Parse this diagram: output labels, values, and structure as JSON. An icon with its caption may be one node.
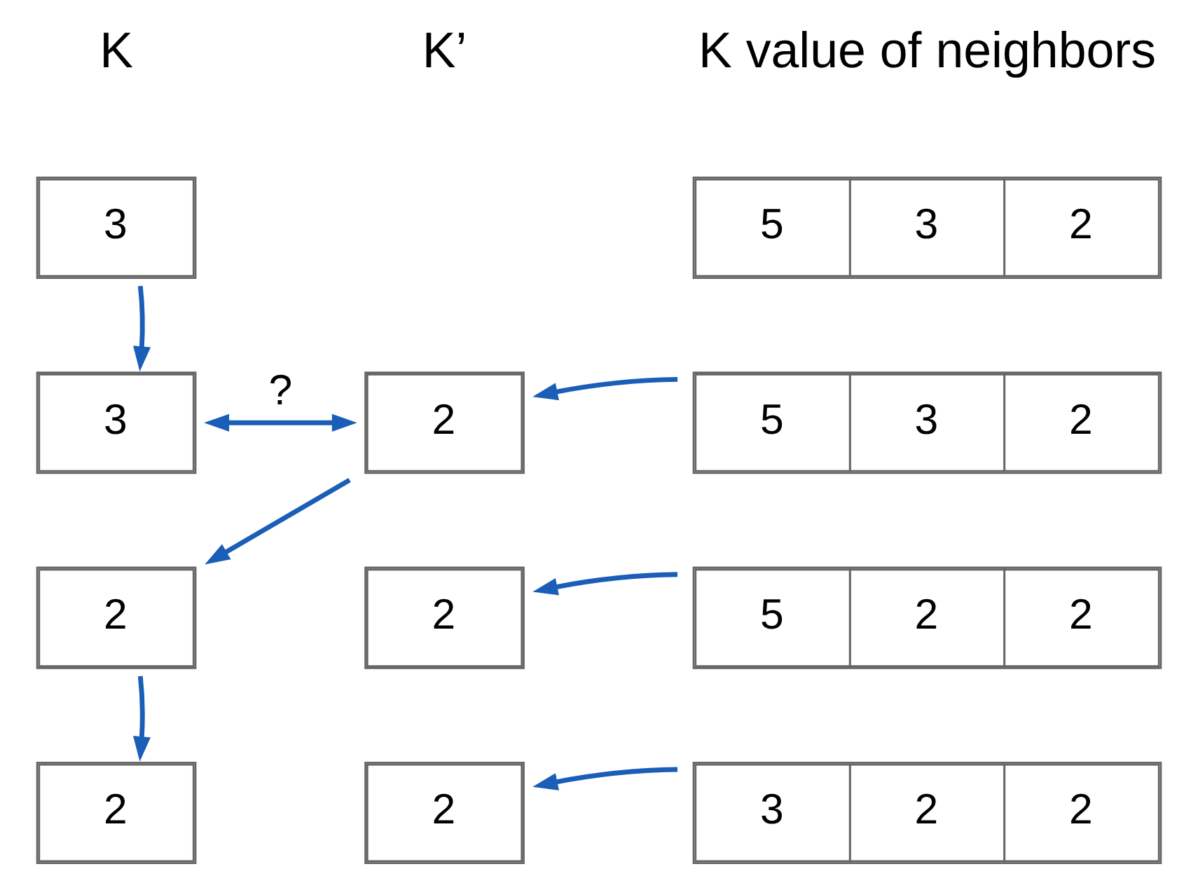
{
  "diagram": {
    "nodes": [
      {
        "text": [
          "3"
        ]
      },
      {
        "text": [
          "5",
          "3",
          "2"
        ]
      },
      {
        "text": [
          "3"
        ]
      },
      {
        "text": [
          "2"
        ]
      },
      {
        "text": [
          "5",
          "3",
          "2"
        ]
      },
      {
        "text": [
          "2"
        ]
      },
      {
        "text": [
          "2"
        ]
      },
      {
        "text": [
          "5",
          "2",
          "2"
        ]
      },
      {
        "text": [
          "2"
        ]
      },
      {
        "text": [
          "2"
        ]
      },
      {
        "text": [
          "3",
          "2",
          "2"
        ]
      }
    ],
    "edges": [
      {
        "from": 0,
        "to": 2,
        "arrow": "to"
      },
      {
        "from": 2,
        "to": 3,
        "arrow": "both",
        "label": "?"
      },
      {
        "from": 4,
        "to": 3,
        "arrow": "to"
      },
      {
        "from": 3,
        "to": 5,
        "arrow": "to"
      },
      {
        "from": 7,
        "to": 6,
        "arrow": "to"
      },
      {
        "from": 5,
        "to": 8,
        "arrow": "to"
      },
      {
        "from": 10,
        "to": 9,
        "arrow": "to"
      }
    ],
    "labels": [
      "K",
      "K’",
      "K value of neighbors"
    ]
  }
}
